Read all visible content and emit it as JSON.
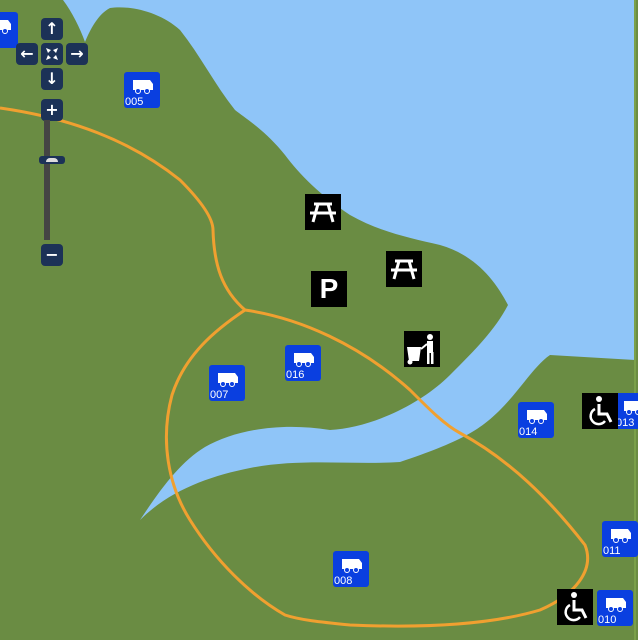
{
  "colors": {
    "land": "#6a8c43",
    "water": "#8fc5f8",
    "trail": "#f0a030",
    "campsite": "#0a3fe0",
    "facility": "#000000"
  },
  "controls": {
    "pan_up": "↑",
    "pan_left": "←",
    "pan_right": "→",
    "pan_down": "↓",
    "zoom_in": "+",
    "zoom_out": "−",
    "zoom_level_fraction": 0.3
  },
  "campsites": [
    {
      "label": ""
    },
    {
      "label": "005"
    },
    {
      "label": "016"
    },
    {
      "label": "007"
    },
    {
      "label": "014"
    },
    {
      "label": "013"
    },
    {
      "label": "011"
    },
    {
      "label": "008"
    },
    {
      "label": "010"
    }
  ],
  "facilities": [
    {
      "icon": "picnic-table-icon"
    },
    {
      "icon": "picnic-table-icon"
    },
    {
      "icon": "parking-icon",
      "label": "P"
    },
    {
      "icon": "trash-disposal-icon"
    },
    {
      "icon": "wheelchair-icon"
    },
    {
      "icon": "wheelchair-icon"
    }
  ]
}
